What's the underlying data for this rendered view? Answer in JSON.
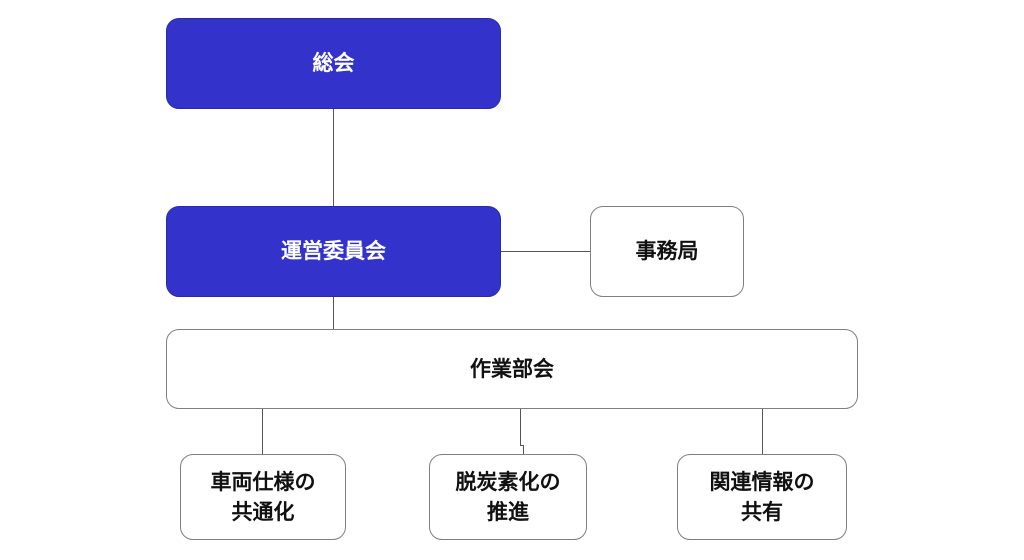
{
  "org_chart": {
    "general_assembly": {
      "label": "総会"
    },
    "steering_committee": {
      "label": "運営委員会"
    },
    "secretariat": {
      "label": "事務局"
    },
    "working_group": {
      "label": "作業部会"
    },
    "groups": [
      {
        "label": "車両仕様の\n共通化"
      },
      {
        "label": "脱炭素化の\n推進"
      },
      {
        "label": "関連情報の\n共有"
      }
    ]
  },
  "colors": {
    "dark_box_fill": "#3333cc",
    "dark_box_text": "#ffffff",
    "light_box_border": "#7f7f7f",
    "connector_line": "#555555"
  }
}
